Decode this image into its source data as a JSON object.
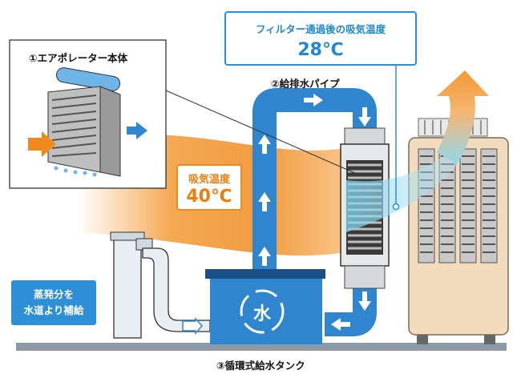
{
  "labels": {
    "evaporator": "①エアポレーター本体",
    "drain_pipe": "②給排水パイプ",
    "tank": "③循環式給水タンク"
  },
  "filter_callout": {
    "title": "フィルター通過後の吸気温度",
    "value": "28℃"
  },
  "intake_callout": {
    "title": "吸気温度",
    "value": "40℃"
  },
  "note": {
    "line1": "蒸発分を",
    "line2": "水道より補給"
  },
  "tank_char": "水",
  "colors": {
    "pipe_blue": "#2f86cf",
    "callout_blue": "#1f88cf",
    "orange": "#f08a1c",
    "cabinet": "#f3dcbd"
  }
}
